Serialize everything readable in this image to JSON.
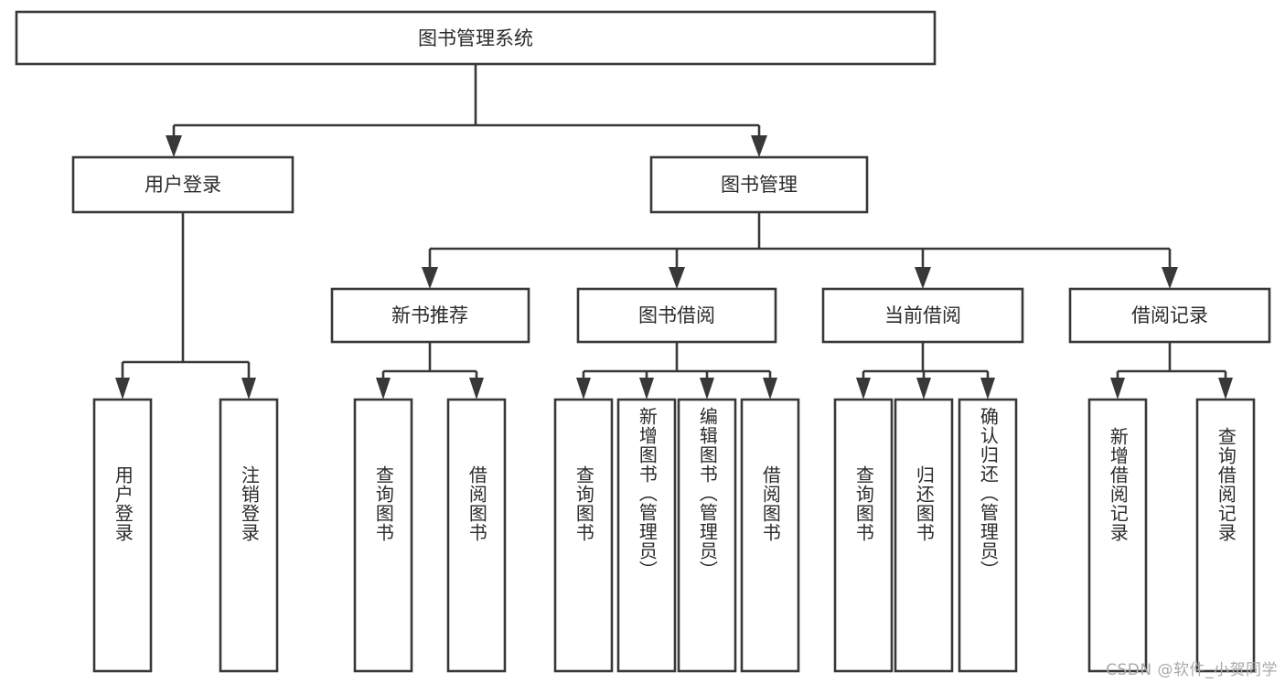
{
  "diagram": {
    "title": "图书管理系统",
    "type": "tree-hierarchy",
    "orientation": "top-down",
    "colors": {
      "box_stroke": "#36383a",
      "box_fill": "#ffffff",
      "connector": "#36383a",
      "text": "#2b2b2b",
      "background": "#ffffff",
      "watermark": "#a9a9a9"
    },
    "root": {
      "label": "图书管理系统"
    },
    "level1": [
      {
        "label": "用户登录"
      },
      {
        "label": "图书管理"
      }
    ],
    "level2": [
      {
        "label": "新书推荐"
      },
      {
        "label": "图书借阅"
      },
      {
        "label": "当前借阅"
      },
      {
        "label": "借阅记录"
      }
    ],
    "leaves": {
      "user_login": [
        {
          "label": "用户登录"
        },
        {
          "label": "注销登录"
        }
      ],
      "new_book_recommend": [
        {
          "label": "查询图书"
        },
        {
          "label": "借阅图书"
        }
      ],
      "book_borrow": [
        {
          "label": "查询图书"
        },
        {
          "label": "新增图书（管理员）"
        },
        {
          "label": "编辑图书（管理员）"
        },
        {
          "label": "借阅图书"
        }
      ],
      "current_borrow": [
        {
          "label": "查询图书"
        },
        {
          "label": "归还图书"
        },
        {
          "label": "确认归还（管理员）"
        }
      ],
      "borrow_record": [
        {
          "label": "新增借阅记录"
        },
        {
          "label": "查询借阅记录"
        }
      ]
    }
  },
  "watermark": {
    "text": "CSDN @软件_小贺同学"
  }
}
